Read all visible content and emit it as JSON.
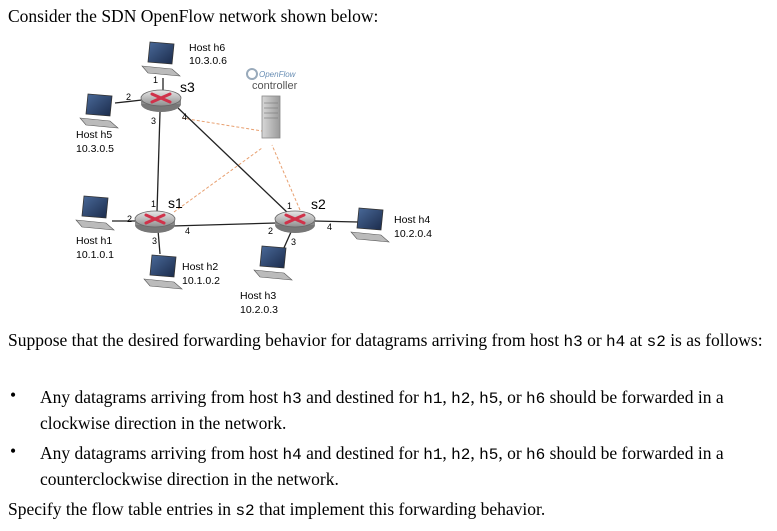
{
  "intro": "Consider the SDN OpenFlow network shown below:",
  "diagram": {
    "controller_label": "controller",
    "openflow_logo_text": "OpenFlow",
    "switches": {
      "s1": "s1",
      "s2": "s2",
      "s3": "s3"
    },
    "hosts": {
      "h6": {
        "name": "Host h6",
        "ip": "10.3.0.6"
      },
      "h5": {
        "name": "Host h5",
        "ip": "10.3.0.5"
      },
      "h1": {
        "name": "Host h1",
        "ip": "10.1.0.1"
      },
      "h2": {
        "name": "Host h2",
        "ip": "10.1.0.2"
      },
      "h3": {
        "name": "Host h3",
        "ip": "10.2.0.3"
      },
      "h4": {
        "name": "Host h4",
        "ip": "10.2.0.4"
      }
    },
    "ports": {
      "s3": {
        "p1": "1",
        "p2": "2",
        "p3": "3",
        "p4": "4"
      },
      "s1": {
        "p1": "1",
        "p2": "2",
        "p3": "3",
        "p4": "4"
      },
      "s2": {
        "p1": "1",
        "p2": "2",
        "p3": "3",
        "p4": "4"
      }
    }
  },
  "question": {
    "p1_a": "Suppose that the desired forwarding behavior for datagrams arriving from host ",
    "p1_h3": "h3",
    "p1_b": " or ",
    "p1_h4": "h4",
    "p1_c": " at ",
    "p1_s2": "s2",
    "p1_d": " is as follows:",
    "bullet_symbol": "•",
    "b1_a": "Any datagrams arriving from host ",
    "b1_h3": "h3",
    "b1_b": " and destined for ",
    "b1_h1": "h1",
    "b1_c": ", ",
    "b1_h2": "h2",
    "b1_d": ", ",
    "b1_h5": "h5",
    "b1_e": ", or ",
    "b1_h6": "h6",
    "b1_f": " should be forwarded in a clockwise direction in the network.",
    "b2_a": "Any datagrams arriving from host ",
    "b2_h4": "h4",
    "b2_b": " and destined for ",
    "b2_h1": "h1",
    "b2_c": ", ",
    "b2_h2": "h2",
    "b2_d": ", ",
    "b2_h5": "h5",
    "b2_e": ", or ",
    "b2_h6": "h6",
    "b2_f": " should be forwarded in a counterclockwise direction in the network.",
    "last_a": "Specify the flow table entries in ",
    "last_s2": "s2",
    "last_b": " that implement this forwarding behavior."
  }
}
